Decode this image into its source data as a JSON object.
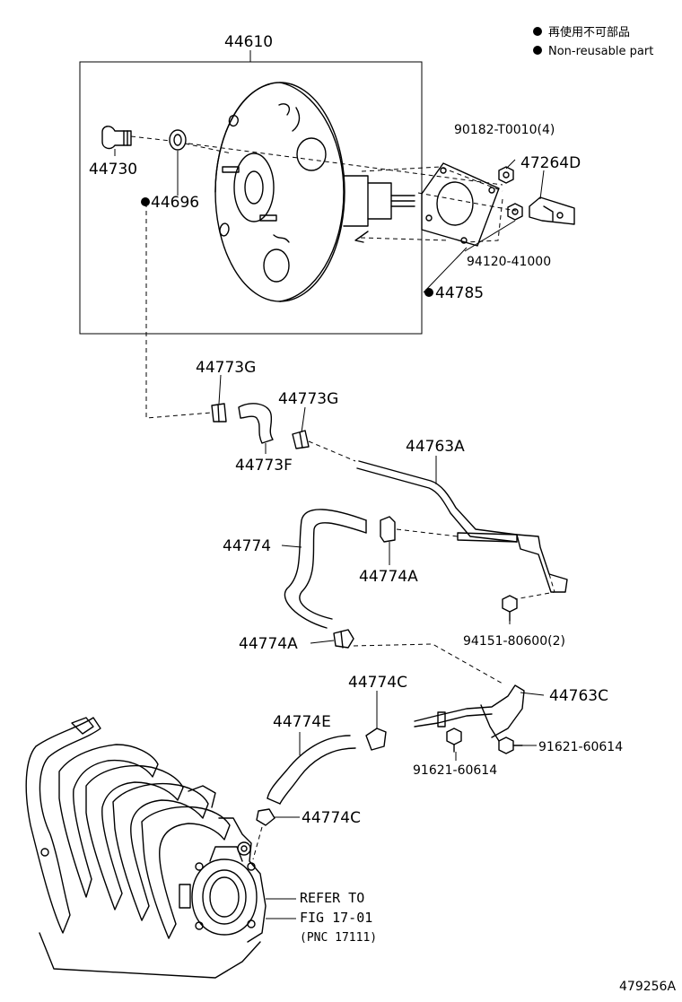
{
  "legend": {
    "line1": "再使用不可部品",
    "line2": "Non-reusable part"
  },
  "labels": {
    "p44610": "44610",
    "p44730": "44730",
    "p44696": "44696",
    "p90182": "90182-T0010(4)",
    "p47264D": "47264D",
    "p94120": "94120-41000",
    "p44785": "44785",
    "p44773G_a": "44773G",
    "p44773G_b": "44773G",
    "p44773F": "44773F",
    "p44763A": "44763A",
    "p44774": "44774",
    "p44774A_a": "44774A",
    "p44774A_b": "44774A",
    "p94151": "94151-80600(2)",
    "p44774C_a": "44774C",
    "p44763C": "44763C",
    "p44774E": "44774E",
    "p91621_a": "91621-60614",
    "p91621_b": "91621-60614",
    "p44774C_b": "44774C"
  },
  "refer": {
    "line1": "REFER TO",
    "line2": "FIG 17-01",
    "line3": "(PNC 17111)"
  },
  "footer": {
    "code": "479256A"
  }
}
